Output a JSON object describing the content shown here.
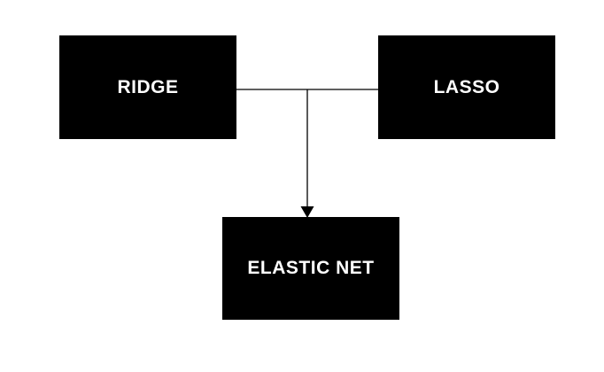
{
  "diagram": {
    "nodes": [
      {
        "id": "ridge",
        "label": "RIDGE"
      },
      {
        "id": "lasso",
        "label": "LASSO"
      },
      {
        "id": "elastic_net",
        "label": "ELASTIC NET"
      }
    ],
    "edges": [
      {
        "from": "ridge",
        "to": "lasso",
        "style": "plain-line"
      },
      {
        "from": "ridge-lasso-midpoint",
        "to": "elastic_net",
        "style": "arrow-down"
      }
    ],
    "colors": {
      "node_fill": "#000000",
      "node_text": "#ffffff",
      "connector": "#000000",
      "background": "#ffffff"
    }
  }
}
